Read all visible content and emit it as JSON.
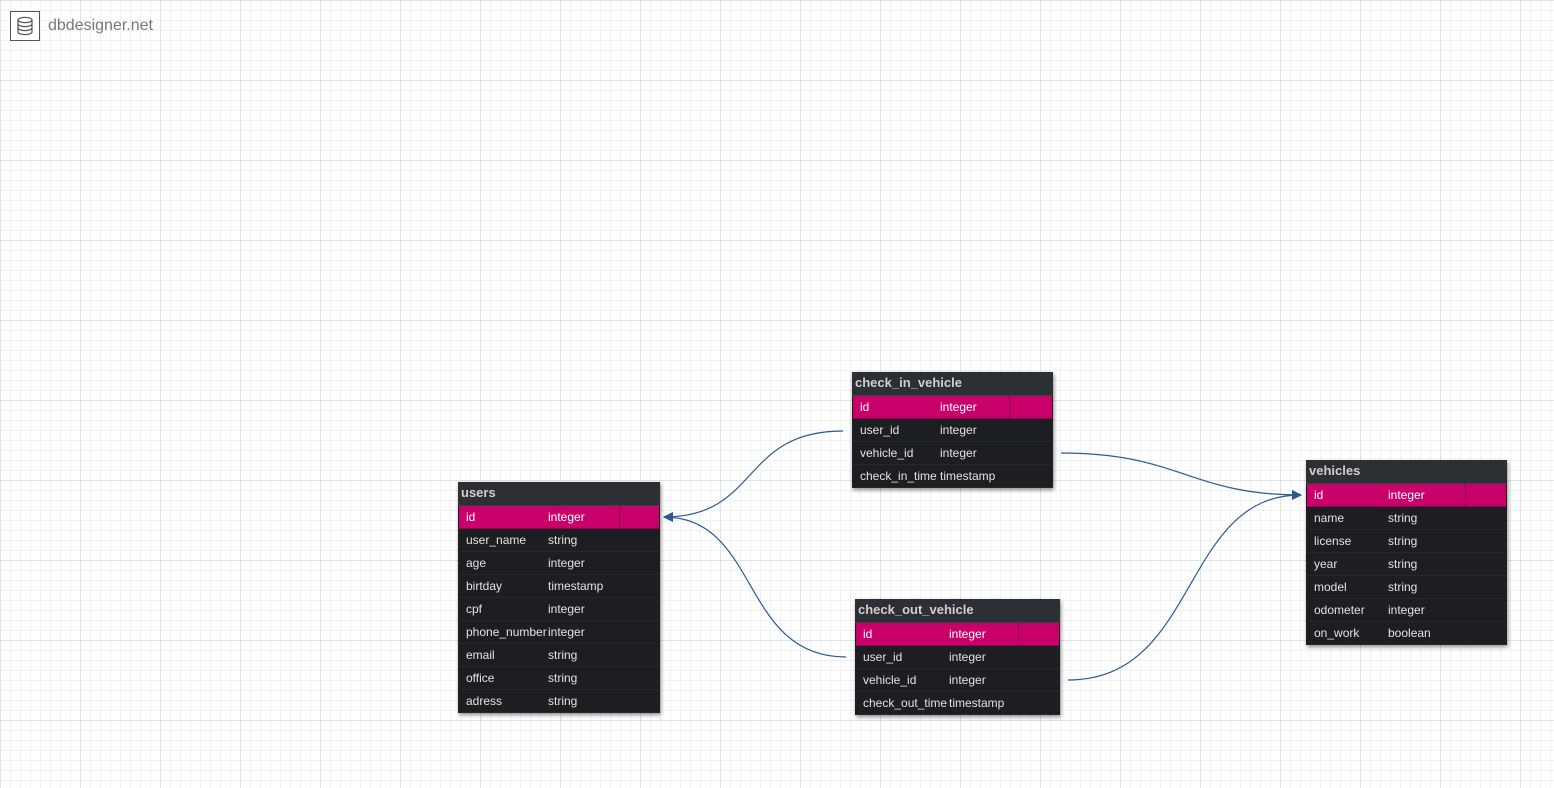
{
  "brand": {
    "name": "dbdesigner.net",
    "icon": "database-icon"
  },
  "colors": {
    "primary_key": "#c8006a",
    "table_body": "#1d1e21",
    "table_header": "#2c2f33",
    "link": "#2d5a8e"
  },
  "tables": {
    "users": {
      "name": "users",
      "fields": [
        {
          "name": "id",
          "type": "integer"
        },
        {
          "name": "user_name",
          "type": "string"
        },
        {
          "name": "age",
          "type": "integer"
        },
        {
          "name": "birtday",
          "type": "timestamp"
        },
        {
          "name": "cpf",
          "type": "integer"
        },
        {
          "name": "phone_number",
          "type": "integer"
        },
        {
          "name": "email",
          "type": "string"
        },
        {
          "name": "office",
          "type": "string"
        },
        {
          "name": "adress",
          "type": "string"
        }
      ]
    },
    "check_in_vehicle": {
      "name": "check_in_vehicle",
      "fields": [
        {
          "name": "id",
          "type": "integer"
        },
        {
          "name": "user_id",
          "type": "integer"
        },
        {
          "name": "vehicle_id",
          "type": "integer"
        },
        {
          "name": "check_in_time",
          "type": "timestamp"
        }
      ]
    },
    "check_out_vehicle": {
      "name": "check_out_vehicle",
      "fields": [
        {
          "name": "id",
          "type": "integer"
        },
        {
          "name": "user_id",
          "type": "integer"
        },
        {
          "name": "vehicle_id",
          "type": "integer"
        },
        {
          "name": "check_out_time",
          "type": "timestamp"
        }
      ]
    },
    "vehicles": {
      "name": "vehicles",
      "fields": [
        {
          "name": "id",
          "type": "integer"
        },
        {
          "name": "name",
          "type": "string"
        },
        {
          "name": "license",
          "type": "string"
        },
        {
          "name": "year",
          "type": "string"
        },
        {
          "name": "model",
          "type": "string"
        },
        {
          "name": "odometer",
          "type": "integer"
        },
        {
          "name": "on_work",
          "type": "boolean"
        }
      ]
    }
  }
}
